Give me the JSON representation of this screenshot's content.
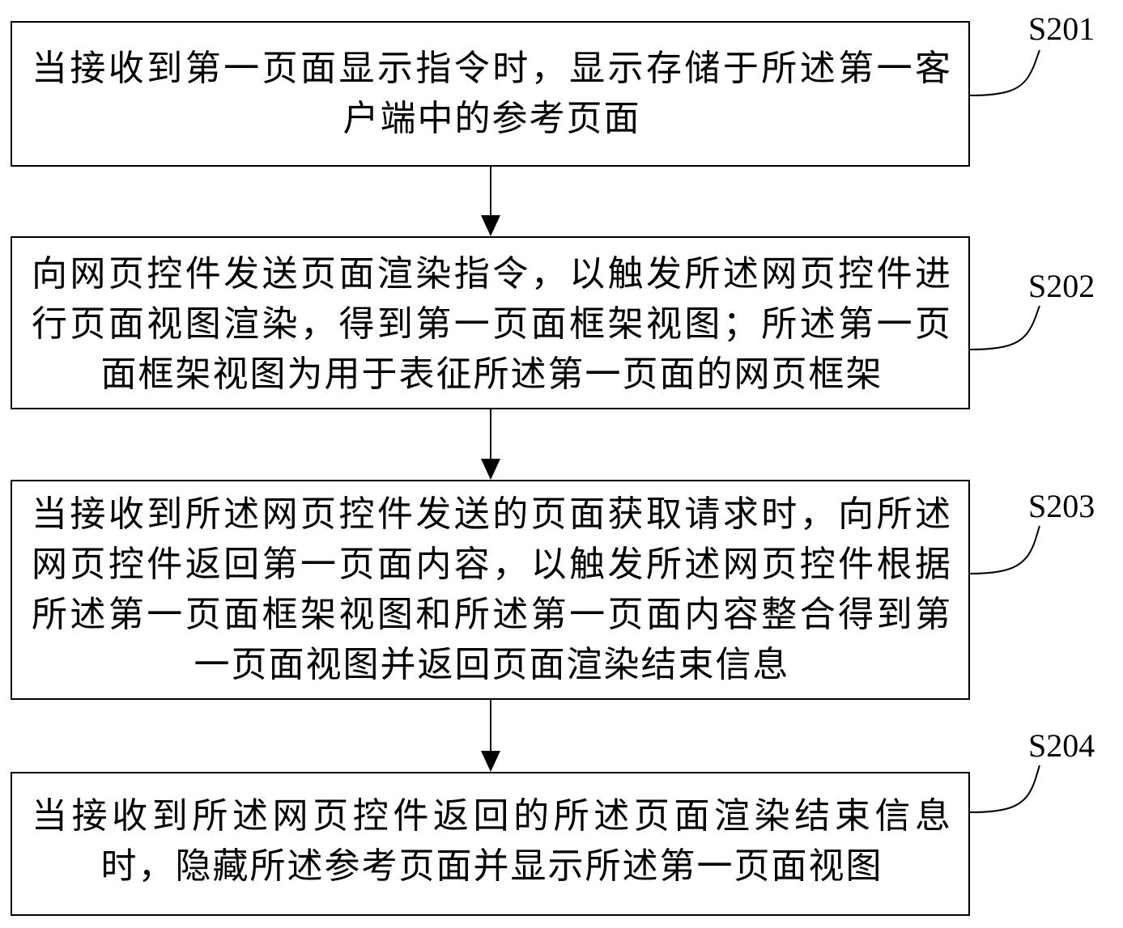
{
  "steps": [
    {
      "id": "S201",
      "label": "S201",
      "text": "当接收到第一页面显示指令时，显示存储于所述第一客户端中的参考页面"
    },
    {
      "id": "S202",
      "label": "S202",
      "text": "向网页控件发送页面渲染指令，以触发所述网页控件进行页面视图渲染，得到第一页面框架视图；所述第一页面框架视图为用于表征所述第一页面的网页框架"
    },
    {
      "id": "S203",
      "label": "S203",
      "text": "当接收到所述网页控件发送的页面获取请求时，向所述网页控件返回第一页面内容，以触发所述网页控件根据所述第一页面框架视图和所述第一页面内容整合得到第一页面视图并返回页面渲染结束信息"
    },
    {
      "id": "S204",
      "label": "S204",
      "text": "当接收到所述网页控件返回的所述页面渲染结束信息时，隐藏所述参考页面并显示所述第一页面视图"
    }
  ]
}
